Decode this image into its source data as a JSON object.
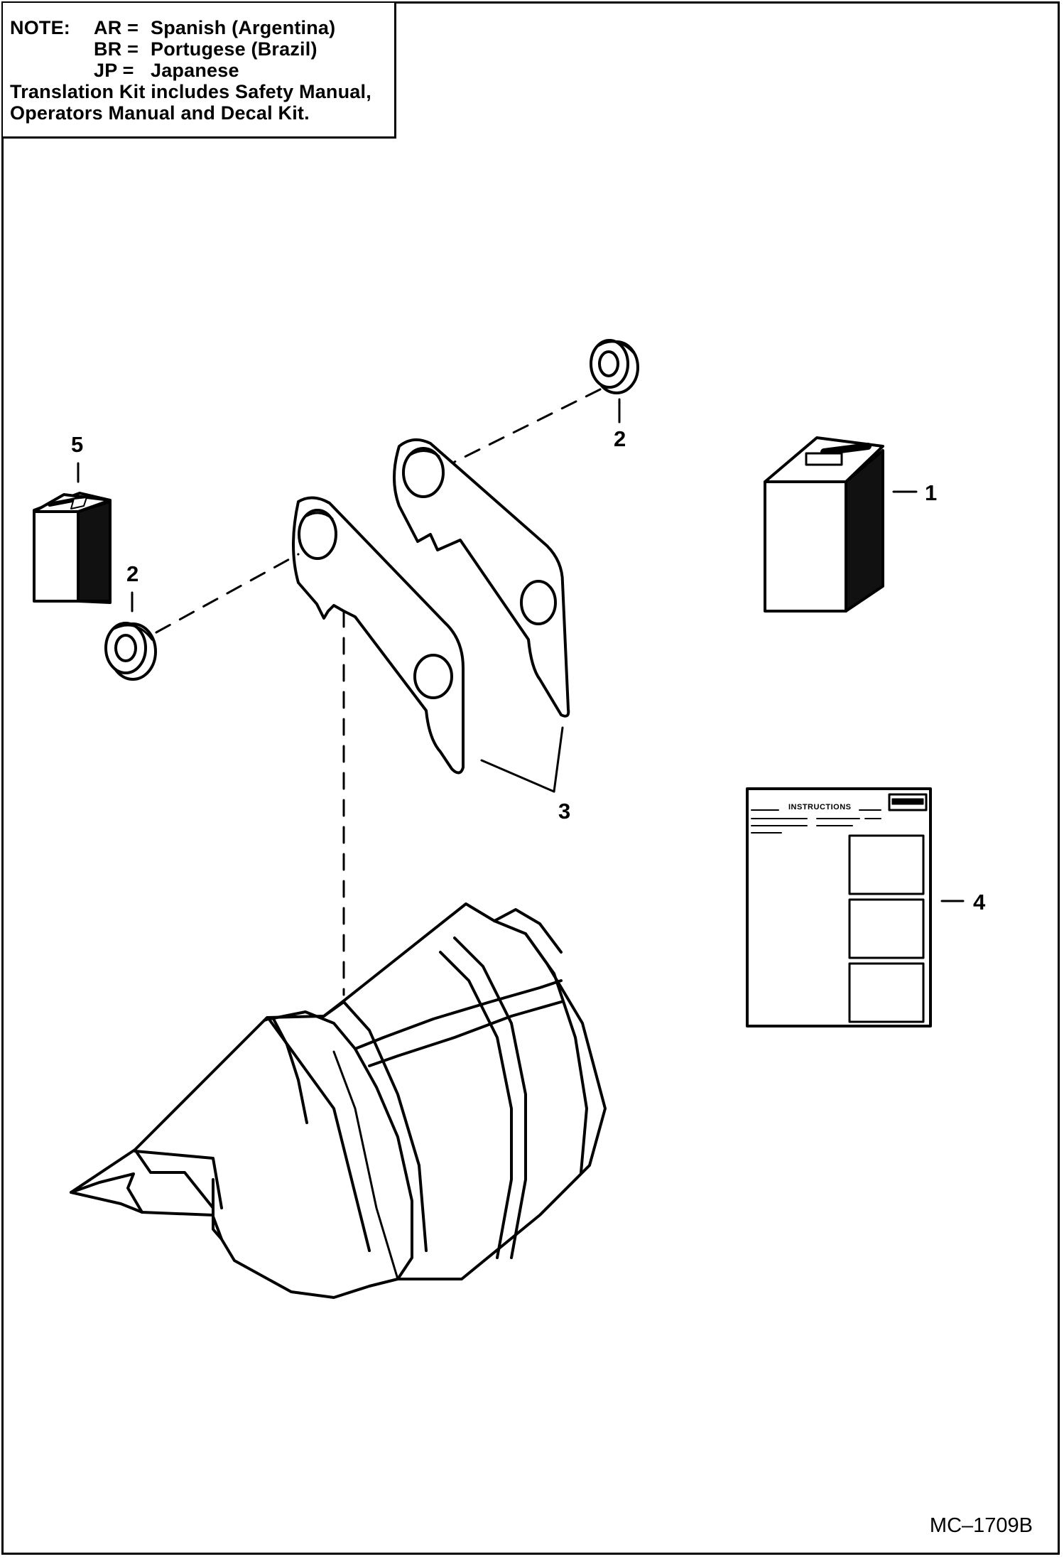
{
  "note": {
    "prefix": "NOTE:",
    "lines": [
      {
        "code": "AR =",
        "language": "Spanish (Argentina)"
      },
      {
        "code": "BR =",
        "language": "Portugese (Brazil)"
      },
      {
        "code": "JP =",
        "language": "Japanese"
      }
    ],
    "text_line_1": "Translation Kit includes Safety Manual,",
    "text_line_2": "Operators Manual and Decal Kit."
  },
  "callouts": {
    "item_1": "1",
    "item_2_upper": "2",
    "item_2_lower": "2",
    "item_3": "3",
    "item_4": "4",
    "item_5": "5"
  },
  "instruction_sheet": {
    "title": "INSTRUCTIONS"
  },
  "figure_id": "MC–1709B"
}
